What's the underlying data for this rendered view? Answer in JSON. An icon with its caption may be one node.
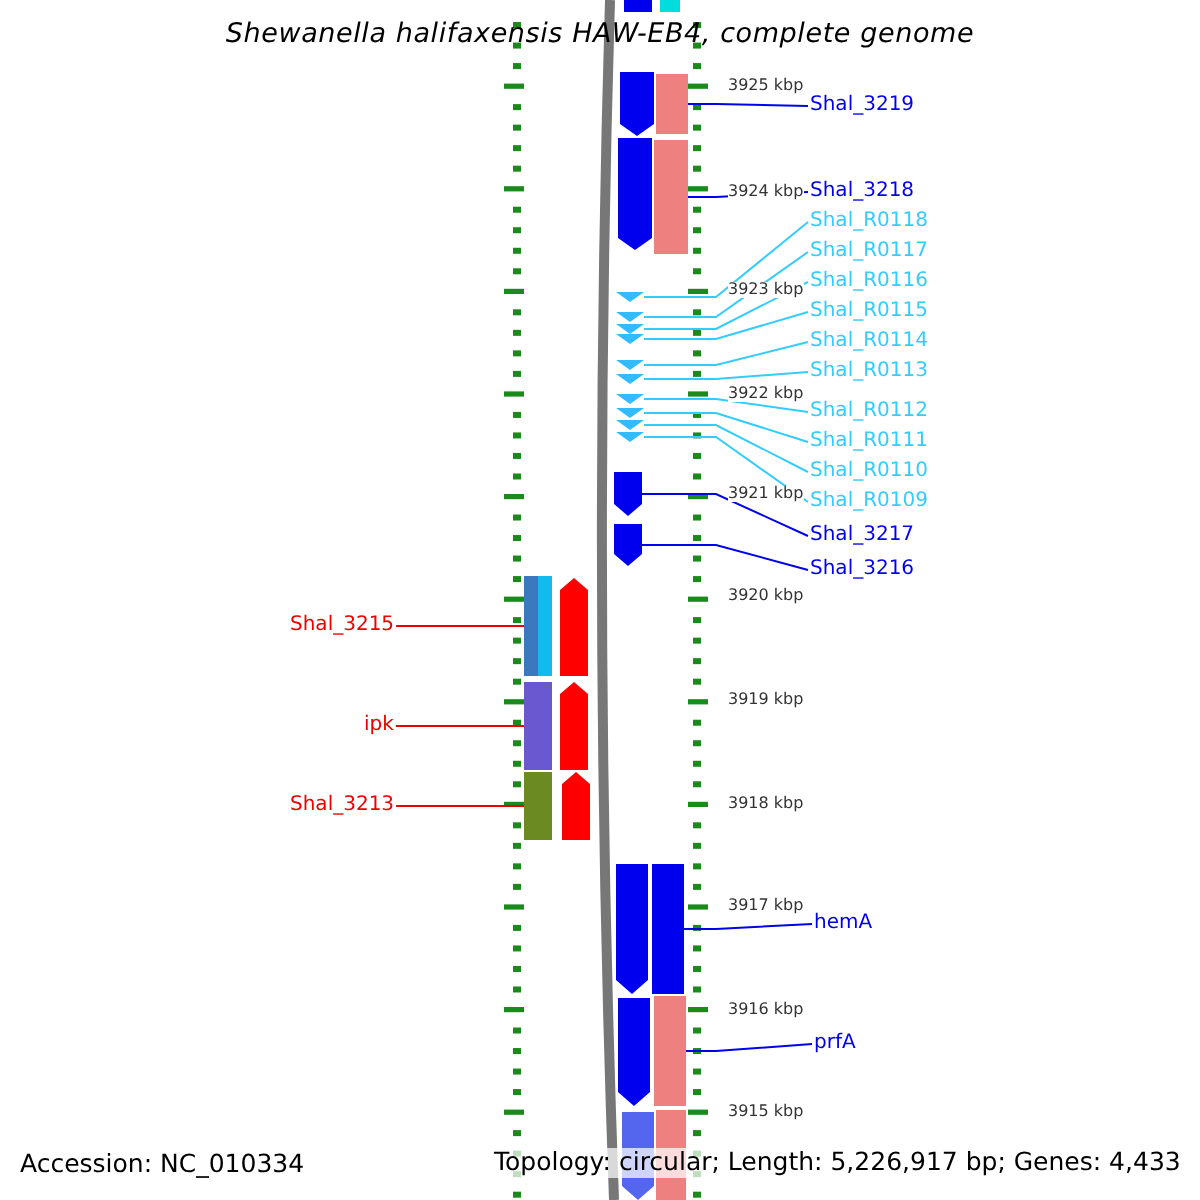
{
  "diagram": {
    "title": "Shewanella halifaxensis HAW-EB4, complete genome",
    "nodes": [
      {
        "text": [
          "Shal_3219"
        ]
      },
      {
        "text": [
          "Shal_3218"
        ]
      },
      {
        "text": [
          "Shal_R0118"
        ]
      },
      {
        "text": [
          "Shal_R0117"
        ]
      },
      {
        "text": [
          "Shal_R0116"
        ]
      },
      {
        "text": [
          "Shal_R0115"
        ]
      },
      {
        "text": [
          "Shal_R0114"
        ]
      },
      {
        "text": [
          "Shal_R0113"
        ]
      },
      {
        "text": [
          "Shal_R0112"
        ]
      },
      {
        "text": [
          "Shal_R0111"
        ]
      },
      {
        "text": [
          "Shal_R0110"
        ]
      },
      {
        "text": [
          "Shal_R0109"
        ]
      },
      {
        "text": [
          "Shal_3217"
        ]
      },
      {
        "text": [
          "Shal_3216"
        ]
      },
      {
        "text": [
          "Shal_3215"
        ]
      },
      {
        "text": [
          "ipk"
        ]
      },
      {
        "text": [
          "Shal_3213"
        ]
      },
      {
        "text": [
          "hemA"
        ]
      },
      {
        "text": [
          "prfA"
        ]
      },
      {
        "text": [],
        "shape": "box"
      },
      {
        "text": [],
        "shape": "box"
      },
      {
        "text": [],
        "shape": "triangle"
      },
      {
        "text": [],
        "shape": "triangle"
      },
      {
        "text": [],
        "shape": "triangle"
      },
      {
        "text": [],
        "shape": "triangle"
      },
      {
        "text": [],
        "shape": "triangle"
      },
      {
        "text": [],
        "shape": "triangle"
      },
      {
        "text": [],
        "shape": "triangle"
      },
      {
        "text": [],
        "shape": "triangle"
      },
      {
        "text": [],
        "shape": "triangle"
      },
      {
        "text": [],
        "shape": "triangle"
      },
      {
        "text": [],
        "shape": "arrow"
      },
      {
        "text": [],
        "shape": "arrow"
      },
      {
        "text": [],
        "shape": "box"
      },
      {
        "text": [],
        "shape": "box"
      },
      {
        "text": [],
        "shape": "box"
      },
      {
        "text": [],
        "shape": "box"
      },
      {
        "text": [],
        "shape": "box"
      }
    ],
    "edges": [
      {
        "from": 0,
        "to": 19,
        "arrow": "none",
        "color": "#0000ee"
      },
      {
        "from": 1,
        "to": 20,
        "arrow": "none",
        "color": "#0000ee"
      },
      {
        "from": 2,
        "to": 21,
        "arrow": "none"
      },
      {
        "from": 3,
        "to": 22,
        "arrow": "none"
      },
      {
        "from": 4,
        "to": 23,
        "arrow": "none"
      },
      {
        "from": 5,
        "to": 24,
        "arrow": "none"
      },
      {
        "from": 6,
        "to": 25,
        "arrow": "none"
      },
      {
        "from": 7,
        "to": 26,
        "arrow": "none"
      },
      {
        "from": 8,
        "to": 27,
        "arrow": "none"
      },
      {
        "from": 9,
        "to": 28,
        "arrow": "none"
      },
      {
        "from": 10,
        "to": 29,
        "arrow": "none"
      },
      {
        "from": 11,
        "to": 30,
        "arrow": "none"
      },
      {
        "from": 12,
        "to": 31,
        "arrow": "none",
        "color": "#0000ee"
      },
      {
        "from": 13,
        "to": 32,
        "arrow": "none",
        "color": "#0000ee"
      },
      {
        "from": 14,
        "to": 33,
        "arrow": "none",
        "color": "#ee0000"
      },
      {
        "from": 15,
        "to": 34,
        "arrow": "none",
        "color": "#ee0000"
      },
      {
        "from": 16,
        "to": 35,
        "arrow": "none",
        "color": "#ee0000"
      },
      {
        "from": 17,
        "to": 36,
        "arrow": "none",
        "color": "#0000ee"
      },
      {
        "from": 18,
        "to": 37,
        "arrow": "none",
        "color": "#0000ee"
      }
    ],
    "labels": [
      "3925 kbp",
      "3924 kbp",
      "3923 kbp",
      "3922 kbp",
      "3921 kbp",
      "3920 kbp",
      "3919 kbp",
      "3918 kbp",
      "3917 kbp",
      "3916 kbp",
      "3915 kbp",
      "Accession: NC_010334",
      "Topology: circular; Length: 5,226,917 bp; Genes: 4,433"
    ]
  }
}
